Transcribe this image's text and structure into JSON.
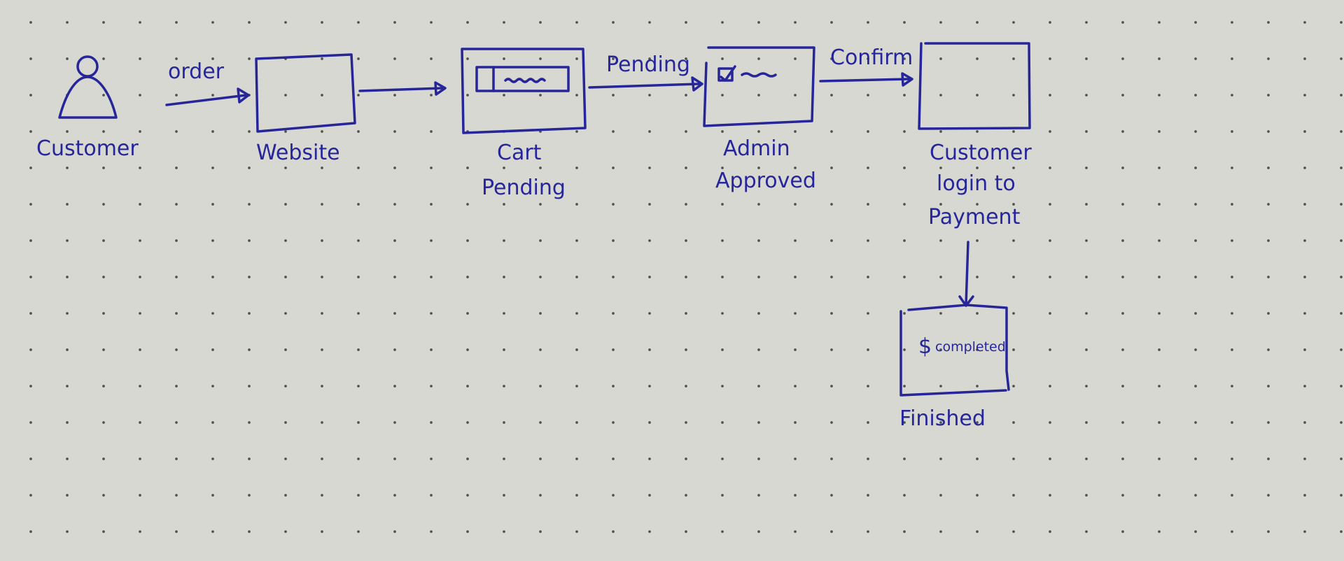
{
  "diagram": {
    "title": "Order payment flow sketch",
    "ink_color": "#26269a",
    "paper_color": "#d8d8d2",
    "nodes": {
      "customer": {
        "label": "Customer",
        "icon": "person-icon"
      },
      "website": {
        "label": "Website"
      },
      "cart": {
        "label_line1": "Cart",
        "label_line2": "Pending"
      },
      "admin": {
        "label_line1": "Admin",
        "label_line2": "Approved"
      },
      "payment": {
        "label_line1": "Customer",
        "label_line2": "login to",
        "label_line3": "Payment"
      },
      "finished": {
        "label": "Finished",
        "inner_symbol": "$",
        "inner_text": "completed"
      }
    },
    "edges": {
      "customer_to_website": "order",
      "cart_to_admin": "Pending",
      "admin_to_payment": "Confirm"
    }
  }
}
